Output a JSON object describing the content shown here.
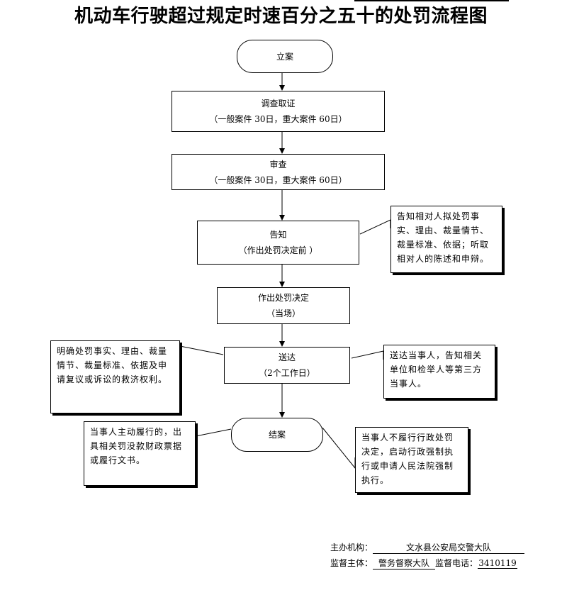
{
  "title": "机动车行驶超过规定时速百分之五十的处罚流程图",
  "steps": {
    "s1": {
      "line1": "立案"
    },
    "s2": {
      "line1": "调查取证",
      "line2": "（一般案件 30日，重大案件 60日）"
    },
    "s3": {
      "line1": "审查",
      "line2": "（一般案件 30日，重大案件 60日）"
    },
    "s4": {
      "line1": "告知",
      "line2": "（作出处罚决定前 ）"
    },
    "s5": {
      "line1": "作出处罚决定",
      "line2": "（当场）"
    },
    "s6": {
      "line1": "送达",
      "line2": "（2个工作日）"
    },
    "s7": {
      "line1": "结案"
    }
  },
  "notes": {
    "inform": "告知相对人拟处罚事实、理由、裁量情节、裁量标准、依据；听取相对人的陈述和申辩。",
    "clarify": "明确处罚事实、理由、裁量情节、裁量标准、依据及申请复议或诉讼的救济权利。",
    "deliver": "送达当事人，告知相关单位和检举人等第三方当事人。",
    "voluntary": "当事人主动履行的，出具相关罚没款财政票据或履行文书。",
    "enforce": "当事人不履行行政处罚决定，启动行政强制执行或申请人民法院强制执行。"
  },
  "footer": {
    "org_label": "主办机构：",
    "org_value": "文水县公安局交警大队",
    "sup_label": "监督主体：",
    "sup_value": "警务督察大队",
    "phone_label": "监督电话：",
    "phone_value": "3410119"
  }
}
